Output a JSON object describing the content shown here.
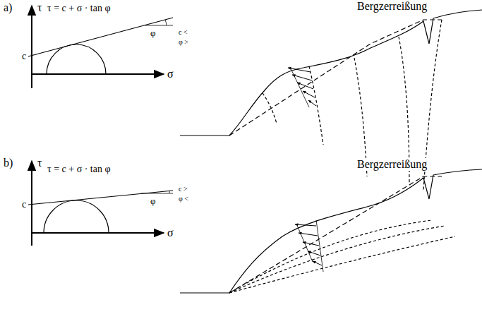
{
  "diagram": {
    "labels": [
      "a)",
      "τ",
      "τ = c + σ · tan φ",
      "φ",
      "c",
      "σ",
      "c <",
      "φ >",
      "Bergzerreißung",
      "b)",
      "τ",
      "τ = c + σ · tan φ",
      "φ",
      "c",
      "σ",
      "c >",
      "φ <",
      "Bergzerreißung"
    ]
  }
}
